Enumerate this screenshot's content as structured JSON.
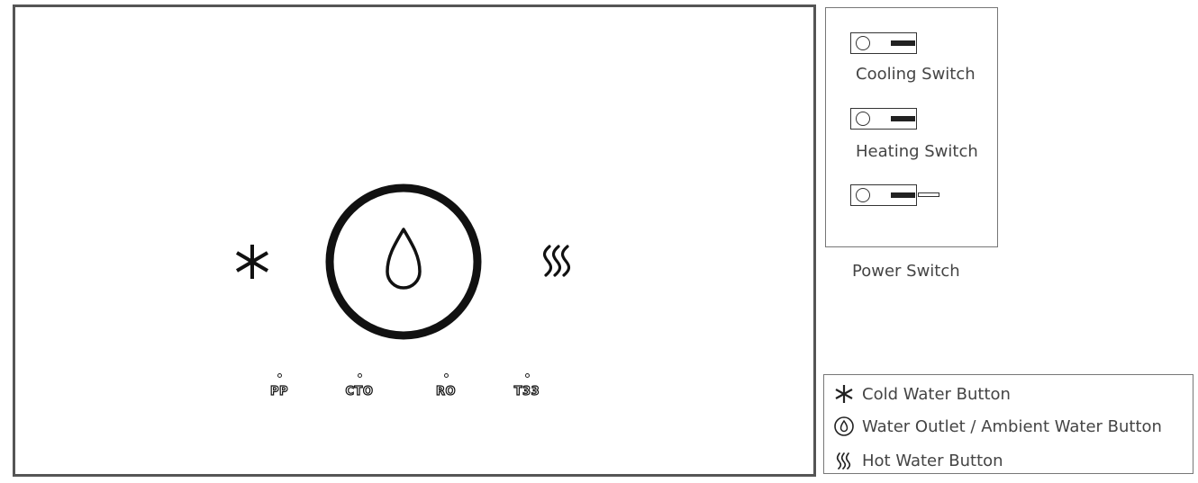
{
  "panel": {
    "buttons": [
      {
        "name": "cold-water-button",
        "icon": "asterisk-icon"
      },
      {
        "name": "water-outlet-button",
        "icon": "water-drop-icon"
      },
      {
        "name": "hot-water-button",
        "icon": "heat-waves-icon"
      }
    ],
    "filters": [
      "PP",
      "CTO",
      "RO",
      "T33"
    ]
  },
  "switches": {
    "cooling_label": "Cooling Switch",
    "heating_label": "Heating Switch",
    "power_label": "Power Switch"
  },
  "legend": {
    "cold": "Cold Water Button",
    "ambient": "Water Outlet / Ambient Water Button",
    "hot": "Hot Water Button"
  }
}
